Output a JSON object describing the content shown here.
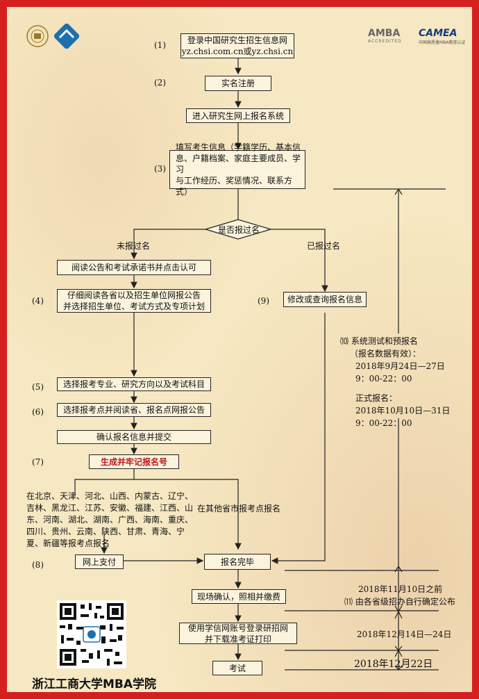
{
  "logos": {
    "right1": "AMBA",
    "right1_sub": "ACCREDITED",
    "right2": "CAMEA",
    "right2_sub": "中国高质量MBA教育认证"
  },
  "steps": {
    "s1": "(1)",
    "s2": "(2)",
    "s3": "(3)",
    "s4": "(4)",
    "s5": "(5)",
    "s6": "(6)",
    "s7": "(7)",
    "s8": "(8)",
    "s9": "(9)",
    "s10": "⑽",
    "s11": "⑾"
  },
  "boxes": {
    "b1_line1": "登录中国研究生招生信息网",
    "b1_line2": "yz.chsi.com.cn或yz.chsi.cn",
    "b2": "实名注册",
    "b3": "进入研究生网上报名系统",
    "b4_line1": "填写考生信息（学籍学历、基本信",
    "b4_line2": "息、户籍档案、家庭主要成员、学习",
    "b4_line3": "与工作经历、奖惩情况、联系方式）",
    "diamond": "是否报过名",
    "read_notice": "阅读公告和考试承诺书并点击认可",
    "b5_line1": "仔细阅读各省以及招生单位网报公告",
    "b5_line2": "并选择招生单位、考试方式及专项计划",
    "modify": "修改或查询报名信息",
    "choose_major": "选择报考专业、研究方向以及考试科目",
    "choose_site": "选择报考点并阅读省、报名点网报公告",
    "confirm": "确认报名信息并提交",
    "generate": "生成并牢记报名号",
    "pay": "网上支付",
    "done": "报名完毕",
    "onsite": "现场确认，照相并缴费",
    "print_line1": "使用学信网账号登录研招网",
    "print_line2": "并下载准考证打印",
    "exam": "考试"
  },
  "labels": {
    "not_registered": "未报过名",
    "registered": "已报过名",
    "provinces_1": "在北京、天津、河北、山西、内蒙古、辽宁、",
    "provinces_2": "吉林、黑龙江、江苏、安徽、福建、江西、山",
    "provinces_3": "东、河南、湖北、湖南、广西、海南、重庆、",
    "provinces_4": "四川、贵州、云南、陕西、甘肃、青海、宁",
    "provinces_5": "夏、新疆等报考点报名",
    "other_provinces": "在其他省市报考点报名"
  },
  "timeline": {
    "t10_title": "系统测试和预报名",
    "t10_sub": "（报名数据有效）：",
    "t10_date": "2018年9月24日—27日",
    "t10_time": "9：00-22：00",
    "formal_title": "正式报名：",
    "formal_date": "2018年10月10日—31日",
    "formal_time": "9：00-22：00",
    "t11_date": "2018年11月10日之前",
    "t11_note": "由各省级招办自行确定公布",
    "print_date": "2018年12月14日—24日",
    "exam_date": "2018年12月22日"
  },
  "footer": {
    "school": "浙江工商大学MBA学院"
  }
}
